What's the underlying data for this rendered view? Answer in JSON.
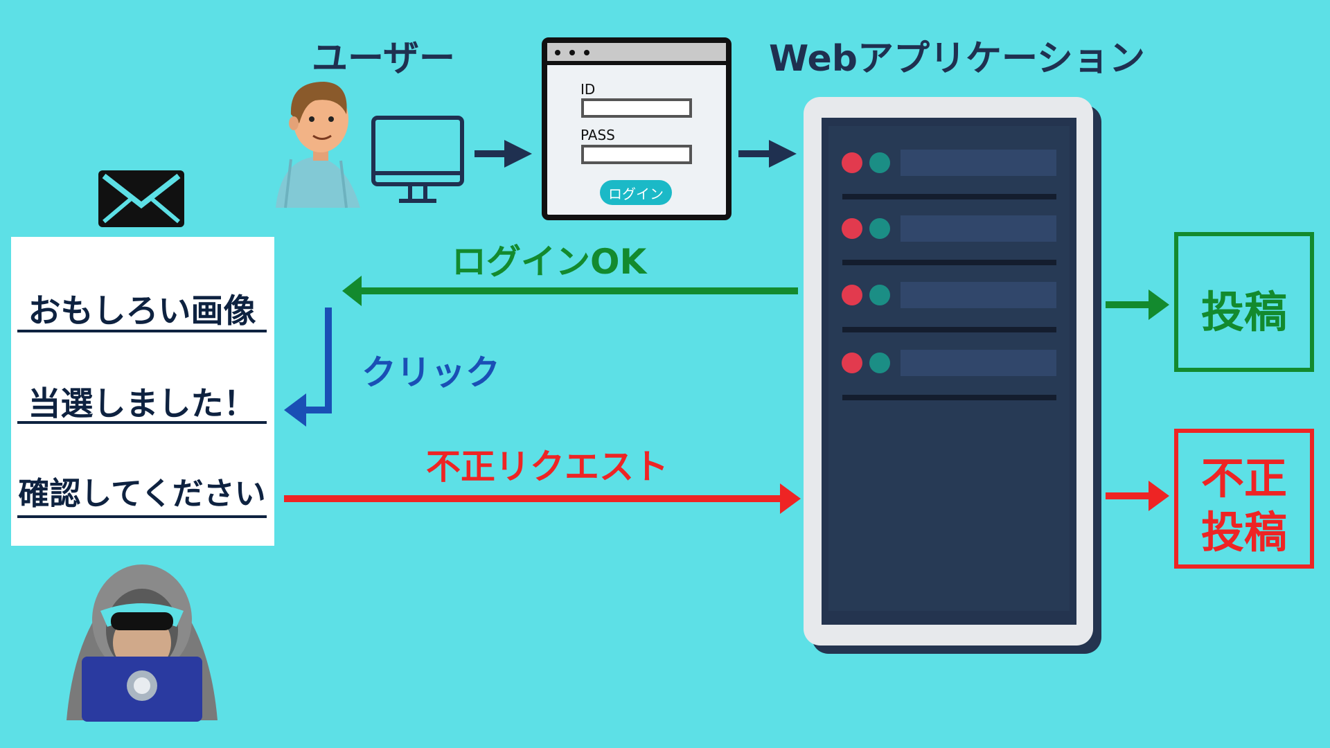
{
  "labels": {
    "user": "ユーザー",
    "webapp": "Webアプリケーション",
    "login_ok": "ログインOK",
    "click": "クリック",
    "forged_request": "不正リクエスト"
  },
  "login_form": {
    "id_label": "ID",
    "pass_label": "PASS",
    "button": "ログイン"
  },
  "phishing_mail": {
    "lines": [
      "おもしろい画像",
      "当選しました！",
      "確認してください"
    ]
  },
  "results": {
    "post": "投稿",
    "fraud_line1": "不正",
    "fraud_line2": "投稿"
  },
  "colors": {
    "background": "#5de0e6",
    "navy": "#1f3050",
    "green": "#138a2e",
    "blue": "#1a4fb5",
    "red": "#ee2424",
    "server_body": "#24344f"
  }
}
